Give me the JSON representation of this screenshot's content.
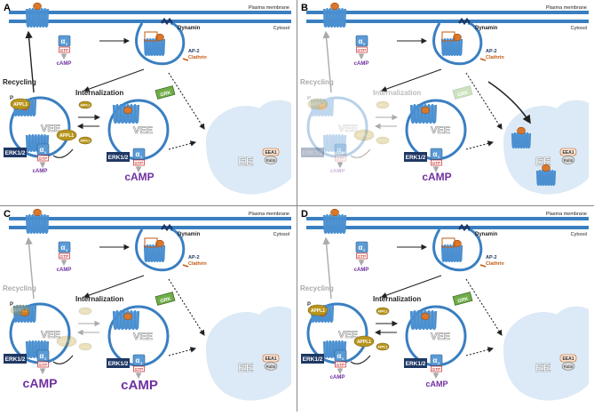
{
  "panels": [
    {
      "letter": "A",
      "recycling_label": "Recycling",
      "internalization_label": "Internalization",
      "camp_vee_label": "cAMP",
      "camp_recycle_label": "cAMP",
      "camp_membrane_label": "cAMP",
      "erk_vee_label": "ERK1/2",
      "erk_recycle_label": "ERK1/2",
      "appl1_label": "APPL1",
      "p_label": "P",
      "mode": "full"
    },
    {
      "letter": "B",
      "recycling_label": "Recycling",
      "internalization_label": "Internalization",
      "camp_vee_label": "cAMP",
      "camp_recycle_label": "cAMP",
      "camp_membrane_label": "cAMP",
      "erk_vee_label": "ERK1/2",
      "erk_recycle_label": "ERK1/2",
      "appl1_label": "APPL1",
      "p_label": "P",
      "mode": "degradation"
    },
    {
      "letter": "C",
      "recycling_label": "Recycling",
      "internalization_label": "Internalization",
      "camp_vee_label": "cAMP",
      "camp_recycle_label": "cAMP",
      "camp_membrane_label": "cAMP",
      "erk_vee_label": "ERK1/2",
      "erk_recycle_label": "ERK1/2",
      "appl1_label": "APPL1",
      "p_label": "P",
      "mode": "faded-appl1"
    },
    {
      "letter": "D",
      "recycling_label": "Recycling",
      "internalization_label": "Internalization",
      "camp_vee_label": "cAMP",
      "camp_recycle_label": "cAMP",
      "camp_membrane_label": "cAMP",
      "erk_vee_label": "ERK1/2",
      "erk_recycle_label": "ERK1/2",
      "appl1_label": "APPL1",
      "p_label": "P",
      "mode": "strong-appl1"
    }
  ],
  "labels": {
    "plasma_membrane": "Plasma membrane",
    "cytosol": "Cytosol",
    "dynamin": "Dynamin",
    "ap2": "AP-2",
    "clathrin": "Clathrin",
    "grk": "GRK",
    "gtp": "GTP",
    "alpha_s": "α",
    "alpha_sub": "s",
    "vee": "VEE",
    "ee": "EE",
    "eea1": "EEA1",
    "rab5": "Rab5"
  },
  "colors": {
    "membrane": "#3a7fc1",
    "receptor": "#4a8fd0",
    "ligand": "#d9772b",
    "appl1": "#b8961e",
    "erk": "#1f3864",
    "camp": "#7030a0",
    "ee_fill": "#dce9f6",
    "grk": "#70ad47",
    "clathrin": "#c55a11",
    "divider": "#888888"
  }
}
